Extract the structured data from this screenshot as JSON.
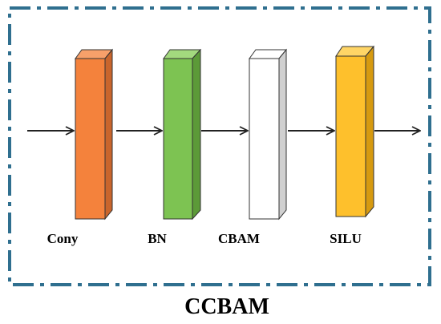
{
  "diagram": {
    "caption": "CCBAM",
    "frame_color": "#2f6f8f",
    "arrow_color": "#222222",
    "blocks": [
      {
        "label": "Cony",
        "front_color": "#f4823c",
        "top_color": "#f7a06a",
        "side_color": "#c9652c"
      },
      {
        "label": "BN",
        "front_color": "#7dc352",
        "top_color": "#a3d97e",
        "side_color": "#5c9a38"
      },
      {
        "label": "CBAM",
        "front_color": "#ffffff",
        "top_color": "#ffffff",
        "side_color": "#d0d0d0"
      },
      {
        "label": "SILU",
        "front_color": "#fec02c",
        "top_color": "#ffd566",
        "side_color": "#d69a10"
      }
    ]
  }
}
